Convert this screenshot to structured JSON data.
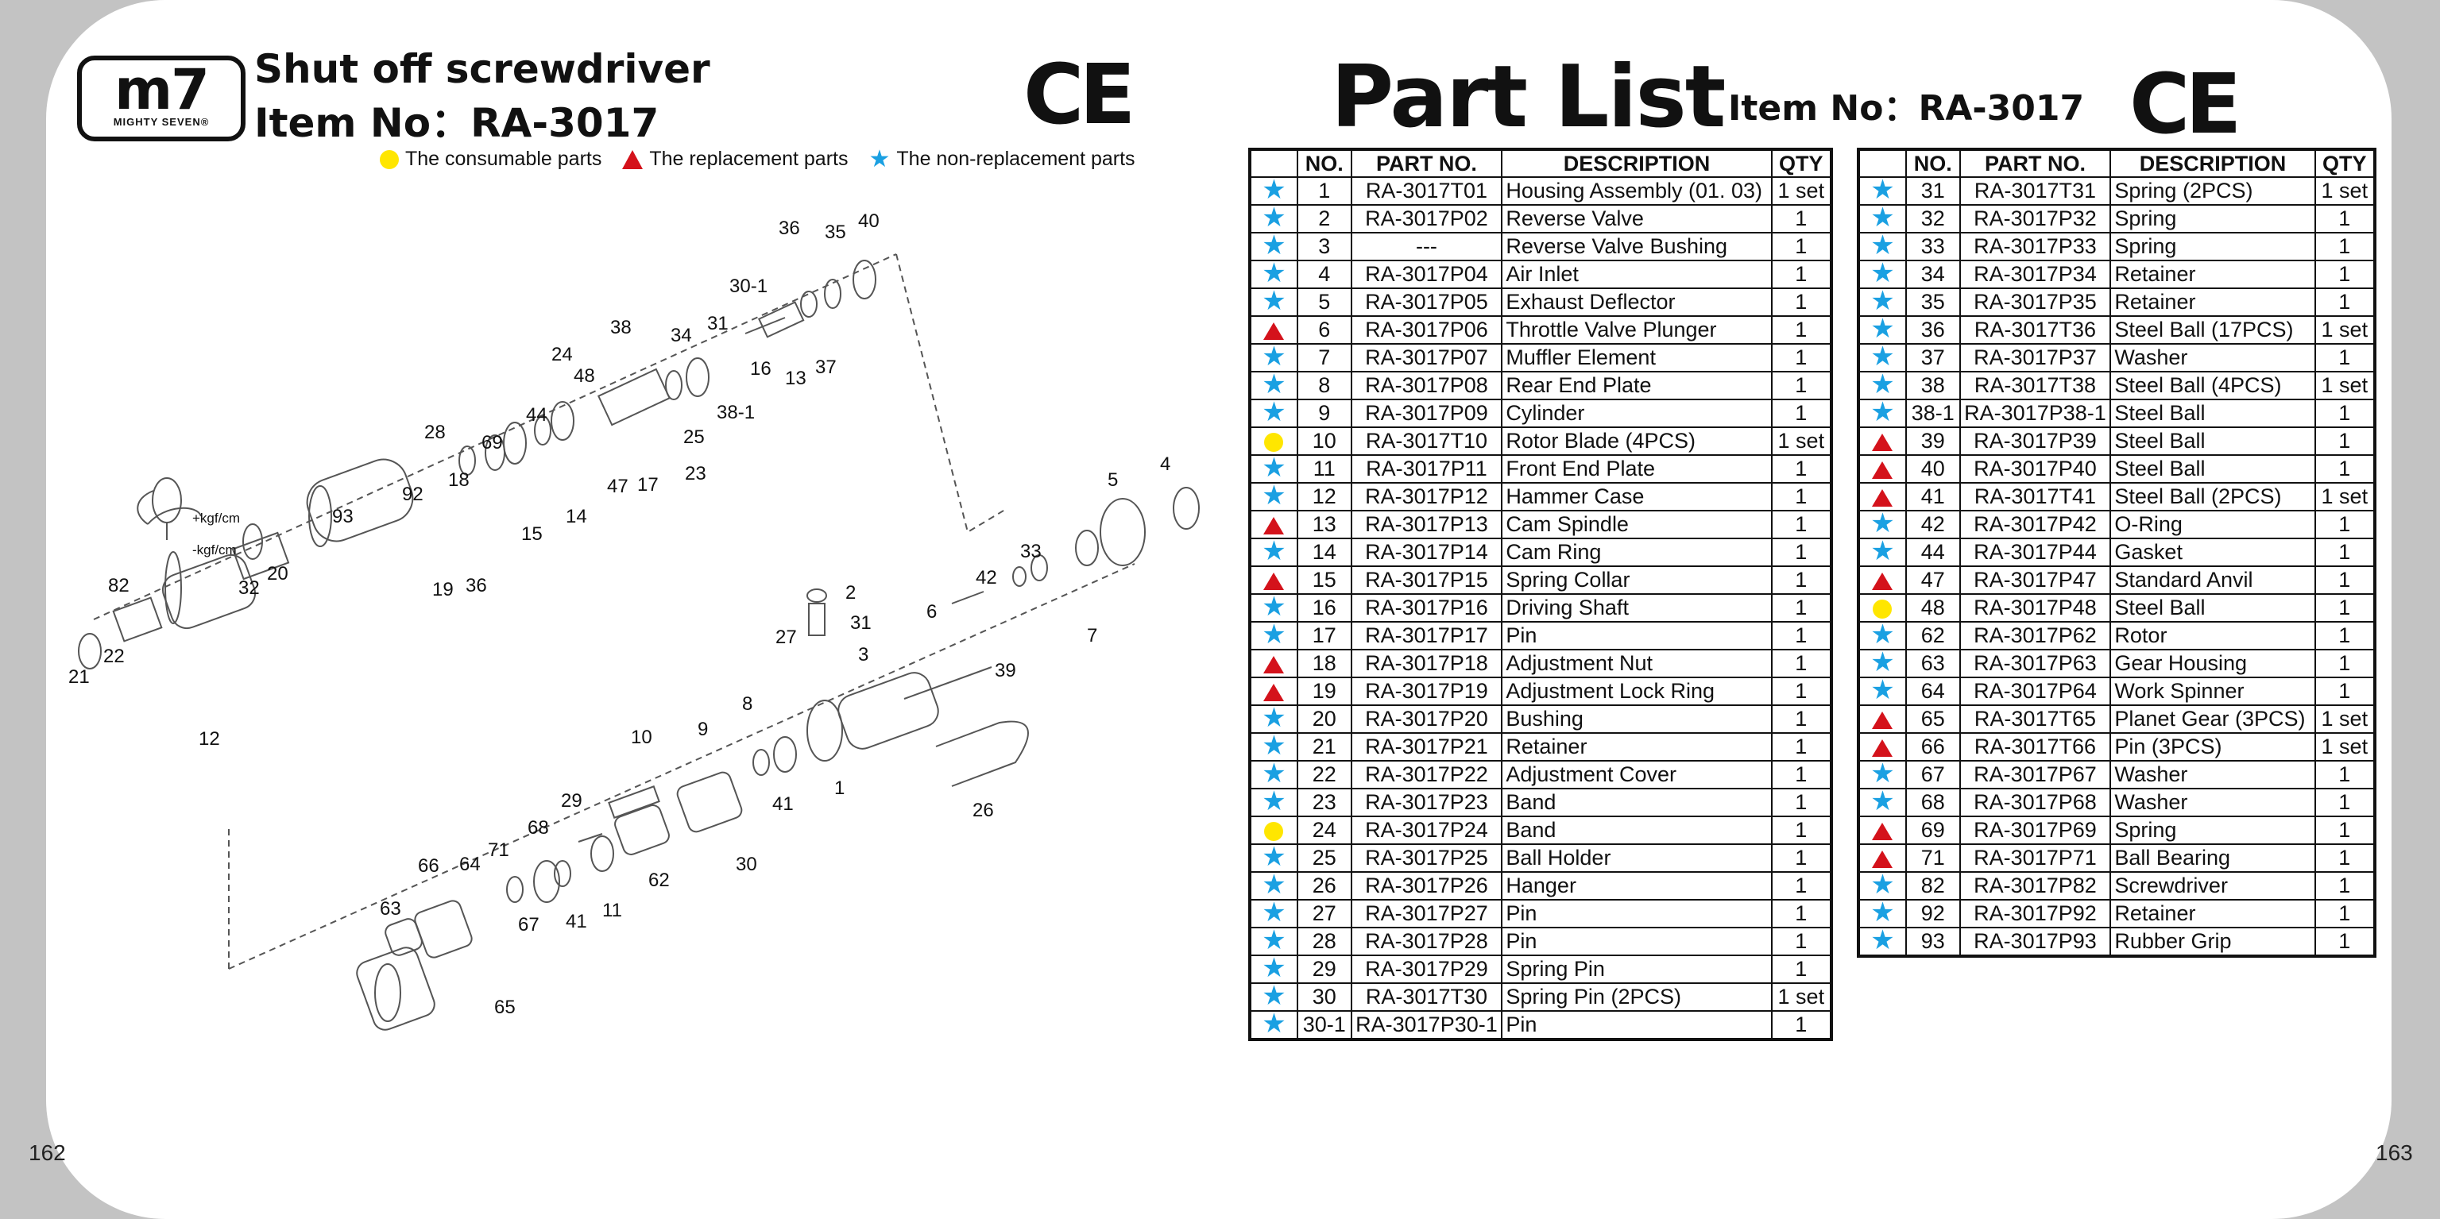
{
  "left_page": {
    "logo_text": "m7",
    "logo_subtext": "MIGHTY SEVEN®",
    "title": "Shut off screwdriver",
    "item_line": "Item No：RA-3017",
    "ce_mark": "CE",
    "legend": [
      {
        "symbol": "yellow-circle",
        "label": "The consumable parts"
      },
      {
        "symbol": "red-triangle",
        "label": "The replacement parts"
      },
      {
        "symbol": "blue-star",
        "label": "The non-replacement parts"
      }
    ],
    "diagram_callouts": [
      "40",
      "35",
      "36",
      "30-1",
      "37",
      "13",
      "16",
      "31",
      "34",
      "38",
      "38-1",
      "25",
      "24",
      "48",
      "23",
      "17",
      "47",
      "44",
      "69",
      "28",
      "18",
      "14",
      "15",
      "36",
      "19",
      "92",
      "93",
      "+kgf/cm",
      "-kgf/cm",
      "82",
      "32",
      "20",
      "22",
      "21",
      "12",
      "4",
      "5",
      "33",
      "42",
      "7",
      "39",
      "2",
      "31",
      "3",
      "6",
      "27",
      "8",
      "9",
      "10",
      "41",
      "30",
      "1",
      "26",
      "29",
      "68",
      "62",
      "11",
      "41",
      "67",
      "71",
      "64",
      "66",
      "63",
      "65"
    ],
    "page_number": "162"
  },
  "right_page": {
    "title": "Part List",
    "item_line": "Item No：RA-3017",
    "ce_mark": "CE",
    "page_number": "163",
    "headers": [
      "",
      "NO.",
      "PART NO.",
      "DESCRIPTION",
      "QTY"
    ],
    "colors": {
      "star": "#1aa0e2",
      "triangle": "#d4121b",
      "circle": "#ffe600"
    },
    "table_left": [
      {
        "type": "star",
        "no": "1",
        "part": "RA-3017T01",
        "desc": "Housing Assembly (01. 03)",
        "qty": "1 set"
      },
      {
        "type": "star",
        "no": "2",
        "part": "RA-3017P02",
        "desc": "Reverse Valve",
        "qty": "1"
      },
      {
        "type": "star",
        "no": "3",
        "part": "---",
        "desc": "Reverse Valve Bushing",
        "qty": "1"
      },
      {
        "type": "star",
        "no": "4",
        "part": "RA-3017P04",
        "desc": "Air Inlet",
        "qty": "1"
      },
      {
        "type": "star",
        "no": "5",
        "part": "RA-3017P05",
        "desc": "Exhaust Deflector",
        "qty": "1"
      },
      {
        "type": "triangle",
        "no": "6",
        "part": "RA-3017P06",
        "desc": "Throttle Valve Plunger",
        "qty": "1"
      },
      {
        "type": "star",
        "no": "7",
        "part": "RA-3017P07",
        "desc": "Muffler Element",
        "qty": "1"
      },
      {
        "type": "star",
        "no": "8",
        "part": "RA-3017P08",
        "desc": "Rear End Plate",
        "qty": "1"
      },
      {
        "type": "star",
        "no": "9",
        "part": "RA-3017P09",
        "desc": "Cylinder",
        "qty": "1"
      },
      {
        "type": "circle",
        "no": "10",
        "part": "RA-3017T10",
        "desc": "Rotor Blade (4PCS)",
        "qty": "1 set"
      },
      {
        "type": "star",
        "no": "11",
        "part": "RA-3017P11",
        "desc": "Front End Plate",
        "qty": "1"
      },
      {
        "type": "star",
        "no": "12",
        "part": "RA-3017P12",
        "desc": "Hammer Case",
        "qty": "1"
      },
      {
        "type": "triangle",
        "no": "13",
        "part": "RA-3017P13",
        "desc": "Cam Spindle",
        "qty": "1"
      },
      {
        "type": "star",
        "no": "14",
        "part": "RA-3017P14",
        "desc": "Cam Ring",
        "qty": "1"
      },
      {
        "type": "triangle",
        "no": "15",
        "part": "RA-3017P15",
        "desc": "Spring Collar",
        "qty": "1"
      },
      {
        "type": "star",
        "no": "16",
        "part": "RA-3017P16",
        "desc": "Driving Shaft",
        "qty": "1"
      },
      {
        "type": "star",
        "no": "17",
        "part": "RA-3017P17",
        "desc": "Pin",
        "qty": "1"
      },
      {
        "type": "triangle",
        "no": "18",
        "part": "RA-3017P18",
        "desc": "Adjustment Nut",
        "qty": "1"
      },
      {
        "type": "triangle",
        "no": "19",
        "part": "RA-3017P19",
        "desc": "Adjustment Lock Ring",
        "qty": "1"
      },
      {
        "type": "star",
        "no": "20",
        "part": "RA-3017P20",
        "desc": "Bushing",
        "qty": "1"
      },
      {
        "type": "star",
        "no": "21",
        "part": "RA-3017P21",
        "desc": "Retainer",
        "qty": "1"
      },
      {
        "type": "star",
        "no": "22",
        "part": "RA-3017P22",
        "desc": "Adjustment Cover",
        "qty": "1"
      },
      {
        "type": "star",
        "no": "23",
        "part": "RA-3017P23",
        "desc": "Band",
        "qty": "1"
      },
      {
        "type": "circle",
        "no": "24",
        "part": "RA-3017P24",
        "desc": "Band",
        "qty": "1"
      },
      {
        "type": "star",
        "no": "25",
        "part": "RA-3017P25",
        "desc": "Ball Holder",
        "qty": "1"
      },
      {
        "type": "star",
        "no": "26",
        "part": "RA-3017P26",
        "desc": "Hanger",
        "qty": "1"
      },
      {
        "type": "star",
        "no": "27",
        "part": "RA-3017P27",
        "desc": "Pin",
        "qty": "1"
      },
      {
        "type": "star",
        "no": "28",
        "part": "RA-3017P28",
        "desc": "Pin",
        "qty": "1"
      },
      {
        "type": "star",
        "no": "29",
        "part": "RA-3017P29",
        "desc": "Spring Pin",
        "qty": "1"
      },
      {
        "type": "star",
        "no": "30",
        "part": "RA-3017T30",
        "desc": "Spring Pin (2PCS)",
        "qty": "1 set"
      },
      {
        "type": "star",
        "no": "30-1",
        "part": "RA-3017P30-1",
        "desc": "Pin",
        "qty": "1"
      }
    ],
    "table_right": [
      {
        "type": "star",
        "no": "31",
        "part": "RA-3017T31",
        "desc": "Spring (2PCS)",
        "qty": "1 set"
      },
      {
        "type": "star",
        "no": "32",
        "part": "RA-3017P32",
        "desc": "Spring",
        "qty": "1"
      },
      {
        "type": "star",
        "no": "33",
        "part": "RA-3017P33",
        "desc": "Spring",
        "qty": "1"
      },
      {
        "type": "star",
        "no": "34",
        "part": "RA-3017P34",
        "desc": "Retainer",
        "qty": "1"
      },
      {
        "type": "star",
        "no": "35",
        "part": "RA-3017P35",
        "desc": "Retainer",
        "qty": "1"
      },
      {
        "type": "star",
        "no": "36",
        "part": "RA-3017T36",
        "desc": "Steel Ball (17PCS)",
        "qty": "1 set"
      },
      {
        "type": "star",
        "no": "37",
        "part": "RA-3017P37",
        "desc": "Washer",
        "qty": "1"
      },
      {
        "type": "star",
        "no": "38",
        "part": "RA-3017T38",
        "desc": "Steel Ball (4PCS)",
        "qty": "1 set"
      },
      {
        "type": "star",
        "no": "38-1",
        "part": "RA-3017P38-1",
        "desc": "Steel Ball",
        "qty": "1"
      },
      {
        "type": "triangle",
        "no": "39",
        "part": "RA-3017P39",
        "desc": "Steel Ball",
        "qty": "1"
      },
      {
        "type": "triangle",
        "no": "40",
        "part": "RA-3017P40",
        "desc": "Steel Ball",
        "qty": "1"
      },
      {
        "type": "triangle",
        "no": "41",
        "part": "RA-3017T41",
        "desc": "Steel Ball (2PCS)",
        "qty": "1 set"
      },
      {
        "type": "star",
        "no": "42",
        "part": "RA-3017P42",
        "desc": "O-Ring",
        "qty": "1"
      },
      {
        "type": "star",
        "no": "44",
        "part": "RA-3017P44",
        "desc": "Gasket",
        "qty": "1"
      },
      {
        "type": "triangle",
        "no": "47",
        "part": "RA-3017P47",
        "desc": "Standard Anvil",
        "qty": "1"
      },
      {
        "type": "circle",
        "no": "48",
        "part": "RA-3017P48",
        "desc": "Steel Ball",
        "qty": "1"
      },
      {
        "type": "star",
        "no": "62",
        "part": "RA-3017P62",
        "desc": "Rotor",
        "qty": "1"
      },
      {
        "type": "star",
        "no": "63",
        "part": "RA-3017P63",
        "desc": "Gear Housing",
        "qty": "1"
      },
      {
        "type": "star",
        "no": "64",
        "part": "RA-3017P64",
        "desc": "Work Spinner",
        "qty": "1"
      },
      {
        "type": "triangle",
        "no": "65",
        "part": "RA-3017T65",
        "desc": "Planet Gear (3PCS)",
        "qty": "1 set"
      },
      {
        "type": "triangle",
        "no": "66",
        "part": "RA-3017T66",
        "desc": "Pin (3PCS)",
        "qty": "1 set"
      },
      {
        "type": "star",
        "no": "67",
        "part": "RA-3017P67",
        "desc": "Washer",
        "qty": "1"
      },
      {
        "type": "star",
        "no": "68",
        "part": "RA-3017P68",
        "desc": "Washer",
        "qty": "1"
      },
      {
        "type": "triangle",
        "no": "69",
        "part": "RA-3017P69",
        "desc": "Spring",
        "qty": "1"
      },
      {
        "type": "triangle",
        "no": "71",
        "part": "RA-3017P71",
        "desc": "Ball Bearing",
        "qty": "1"
      },
      {
        "type": "star",
        "no": "82",
        "part": "RA-3017P82",
        "desc": "Screwdriver",
        "qty": "1"
      },
      {
        "type": "star",
        "no": "92",
        "part": "RA-3017P92",
        "desc": "Retainer",
        "qty": "1"
      },
      {
        "type": "star",
        "no": "93",
        "part": "RA-3017P93",
        "desc": "Rubber Grip",
        "qty": "1"
      }
    ]
  }
}
